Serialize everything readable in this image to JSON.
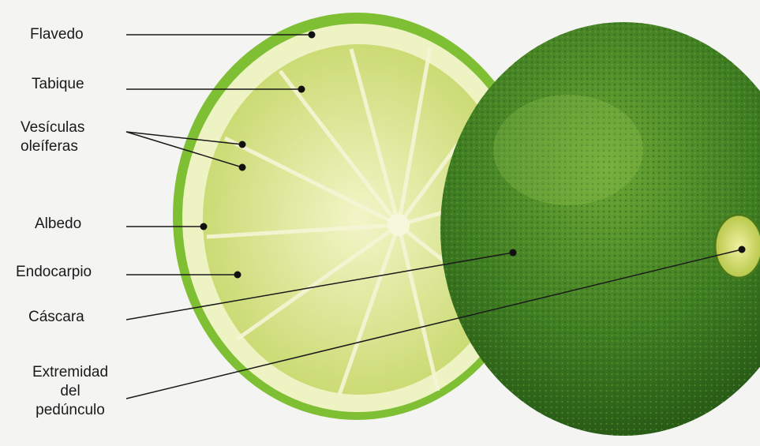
{
  "labels": {
    "flavedo": "Flavedo",
    "tabique": "Tabique",
    "vesiculas_line1": "Vesículas",
    "vesiculas_line2": "oleíferas",
    "albedo": "Albedo",
    "endocarpio": "Endocarpio",
    "cascara": "Cáscara",
    "extremidad_line1": "Extremidad",
    "extremidad_line2": "del",
    "extremidad_line3": "pedúnculo"
  },
  "colors": {
    "background": "#f4f4f2",
    "peel_dark_green": "#2f6b1c",
    "rind_light_green": "#8cc63a",
    "albedo_pale": "#eef3c4",
    "pulp_yellow_green": "#d6e48a",
    "line_color": "#1a1a1a"
  }
}
